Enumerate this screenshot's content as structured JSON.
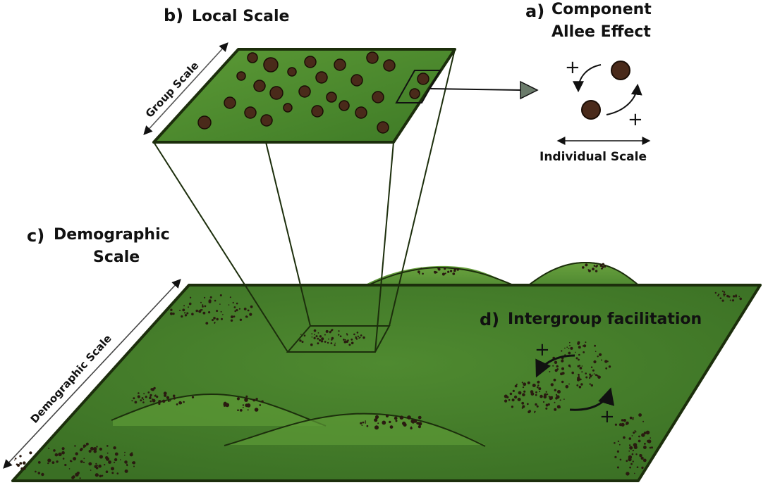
{
  "panels": {
    "a": {
      "letter": "a)",
      "title_line1": "Component",
      "title_line2": "Allee Effect",
      "scale_label": "Individual Scale",
      "sign_top": "+",
      "sign_bottom": "+"
    },
    "b": {
      "letter": "b)",
      "title": "Local Scale",
      "scale_label": "Group Scale"
    },
    "c": {
      "letter": "c)",
      "title_line1": "Demographic",
      "title_line2": "Scale",
      "scale_label": "Demographic Scale"
    },
    "d": {
      "letter": "d)",
      "title": "Intergroup facilitation",
      "sign_top": "+",
      "sign_bottom": "+"
    }
  },
  "colors": {
    "terrain": "#3f7a2a",
    "terrain_light": "#5f9a3a",
    "border": "#1c2e0c",
    "individual": "#4a2a1a",
    "arrow_head": "#6b7b6b"
  }
}
